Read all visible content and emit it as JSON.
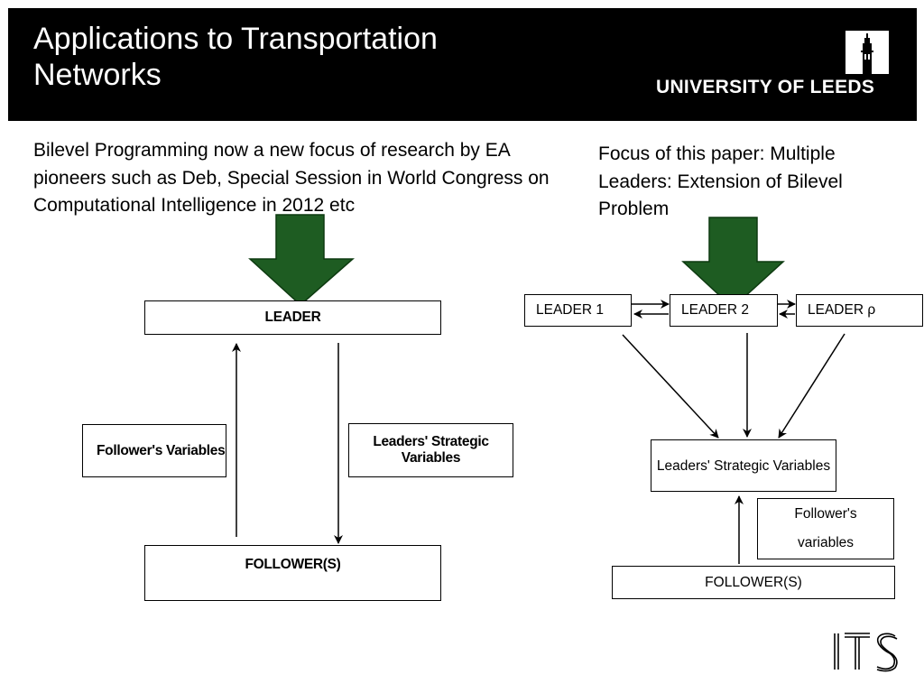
{
  "slide": {
    "title": "Applications to Transportation Networks",
    "title_line1": " Applications to Transportation",
    "title_line2": "Networks",
    "university": "UNIVERSITY OF LEEDS",
    "left_text": "Bilevel Programming now a new focus of research by EA pioneers such as Deb, Special Session in World Congress on Computational Intelligence in 2012 etc",
    "right_text": "Focus of this paper: Multiple Leaders: Extension of Bilevel Problem",
    "footer_logo": "ITS"
  },
  "diagram_left": {
    "leader": "LEADER",
    "follower_vars": "Follower's Variables",
    "leaders_vars": "Leaders' Strategic Variables",
    "follower": "FOLLOWER(S)"
  },
  "diagram_right": {
    "leader1": "LEADER 1",
    "leader2": "LEADER 2",
    "leaderp": "LEADER ρ",
    "leaders_vars": "Leaders' Strategic Variables",
    "follower_vars_line1": "Follower's",
    "follower_vars_line2": "variables",
    "follower": "FOLLOWER(S)"
  },
  "colors": {
    "header_bg": "#000000",
    "arrow_green": "#1e5c22",
    "arrow_outline": "#0d3a10"
  }
}
